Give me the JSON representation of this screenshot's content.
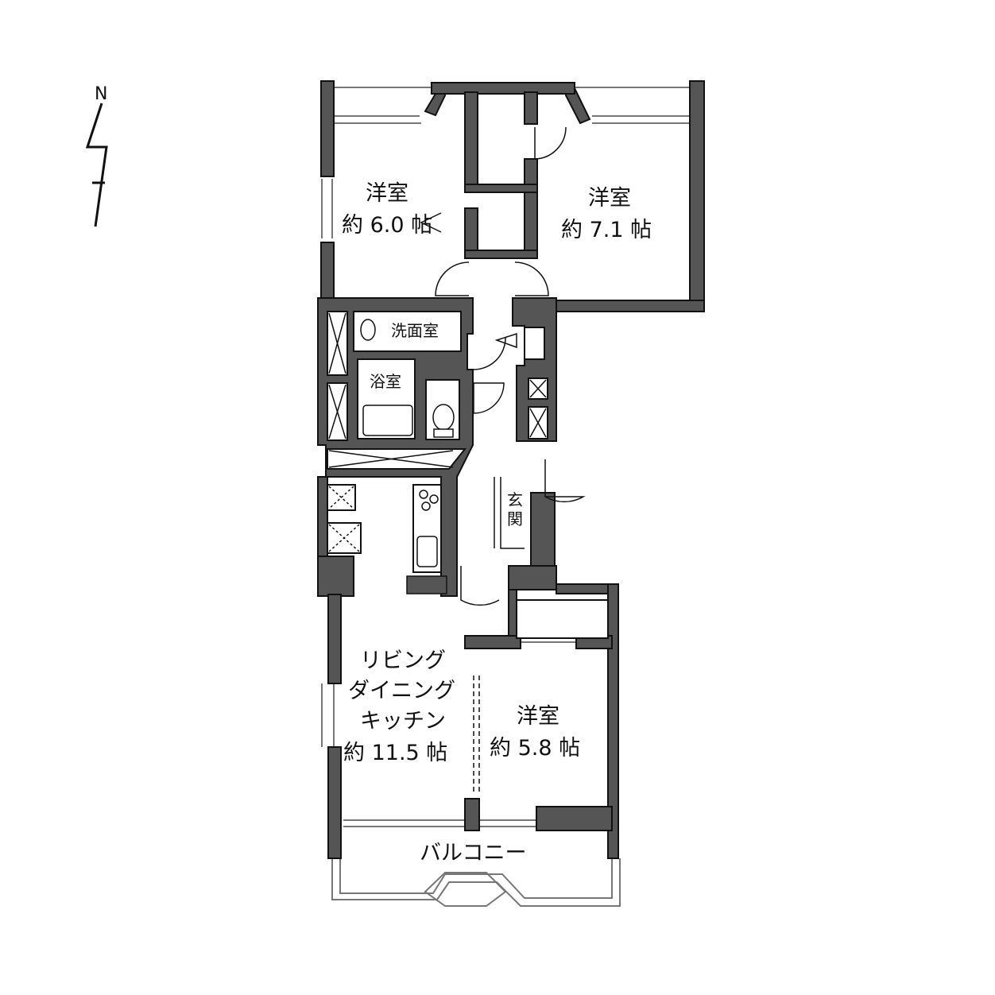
{
  "compass": {
    "north_label": "N"
  },
  "rooms": {
    "western_room_nw": {
      "name": "洋室",
      "area": "約 6.0 帖"
    },
    "western_room_ne": {
      "name": "洋室",
      "area": "約 7.1 帖"
    },
    "washroom": {
      "name": "洗面室"
    },
    "bathroom": {
      "name": "浴室"
    },
    "entrance": {
      "name_line1": "玄",
      "name_line2": "関"
    },
    "ldk": {
      "line1": "リビング",
      "line2": "ダイニング",
      "line3": "キッチン",
      "area": "約 11.5 帖"
    },
    "western_room_s": {
      "name": "洋室",
      "area": "約 5.8 帖"
    },
    "balcony": {
      "name": "バルコニー"
    }
  },
  "colors": {
    "wall": "#555555",
    "line": "#111111",
    "background": "#ffffff"
  }
}
